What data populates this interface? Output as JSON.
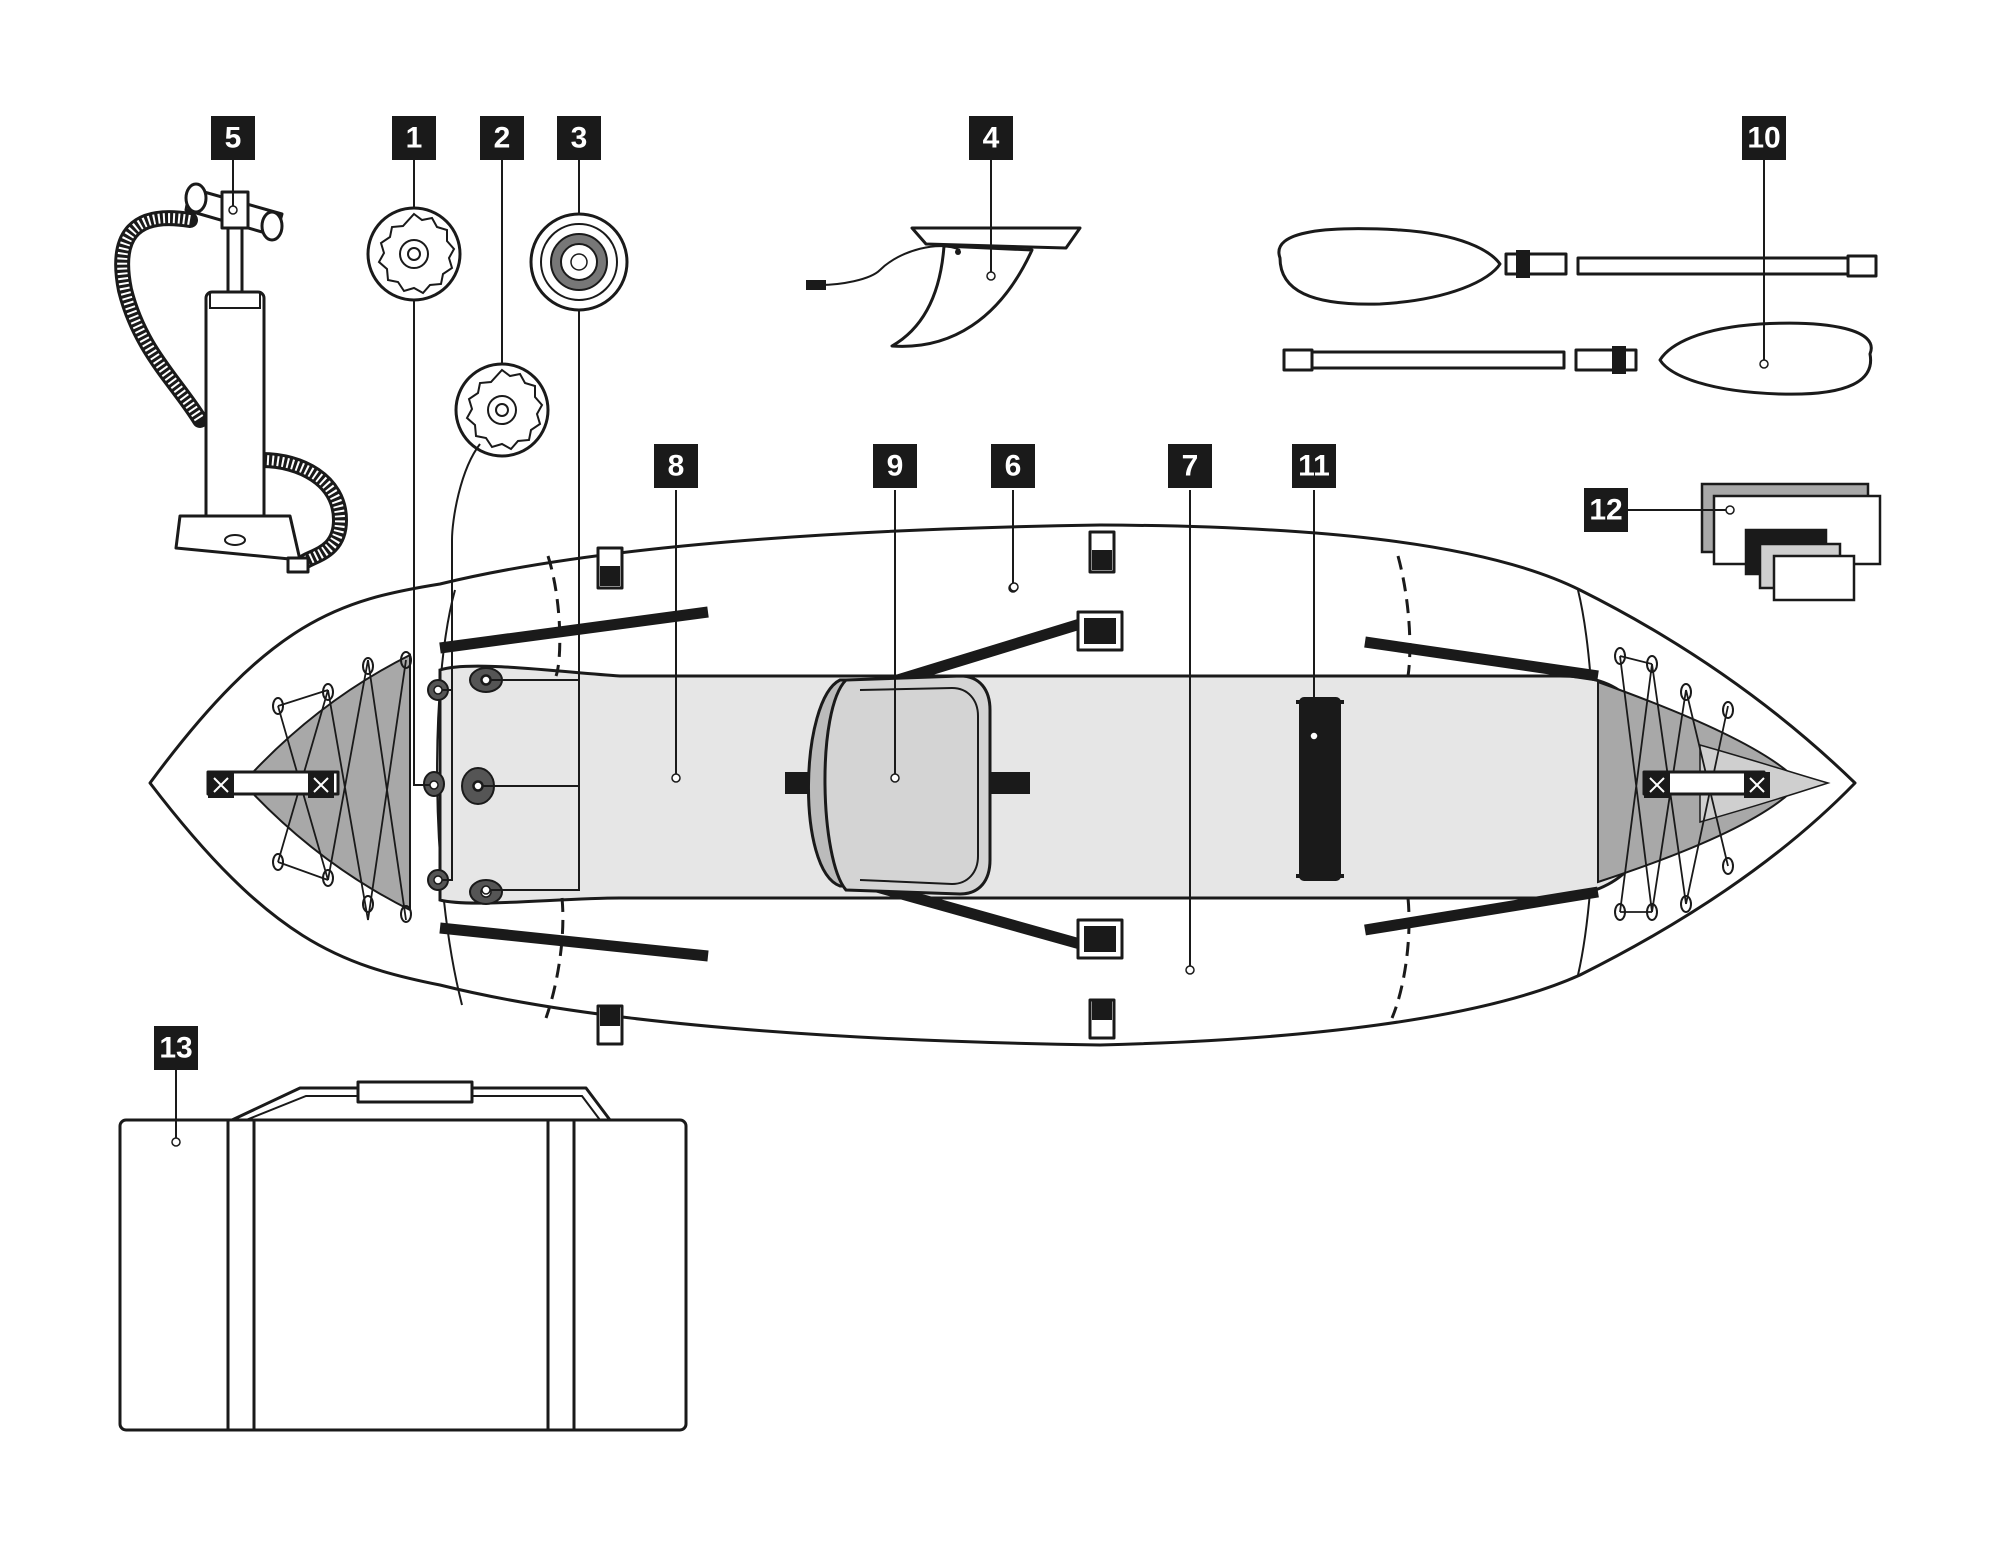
{
  "callouts": [
    {
      "id": "callout-1",
      "label": "1",
      "part": "valve-cap"
    },
    {
      "id": "callout-2",
      "label": "2",
      "part": "valve-cap"
    },
    {
      "id": "callout-3",
      "label": "3",
      "part": "valve"
    },
    {
      "id": "callout-4",
      "label": "4",
      "part": "fin"
    },
    {
      "id": "callout-5",
      "label": "5",
      "part": "hand-pump"
    },
    {
      "id": "callout-6",
      "label": "6",
      "part": "side-tube"
    },
    {
      "id": "callout-7",
      "label": "7",
      "part": "side-tube"
    },
    {
      "id": "callout-8",
      "label": "8",
      "part": "floor"
    },
    {
      "id": "callout-9",
      "label": "9",
      "part": "seat"
    },
    {
      "id": "callout-10",
      "label": "10",
      "part": "paddle"
    },
    {
      "id": "callout-11",
      "label": "11",
      "part": "carry-handle"
    },
    {
      "id": "callout-12",
      "label": "12",
      "part": "repair-patches"
    },
    {
      "id": "callout-13",
      "label": "13",
      "part": "carry-bag"
    }
  ],
  "colors": {
    "outline": "#1a1a1a",
    "floor": "#e6e6e6",
    "seat": "#d4d4d4",
    "lacing-area": "#a8a8a8",
    "badge": "#1a1a1a",
    "badge-text": "#ffffff"
  }
}
